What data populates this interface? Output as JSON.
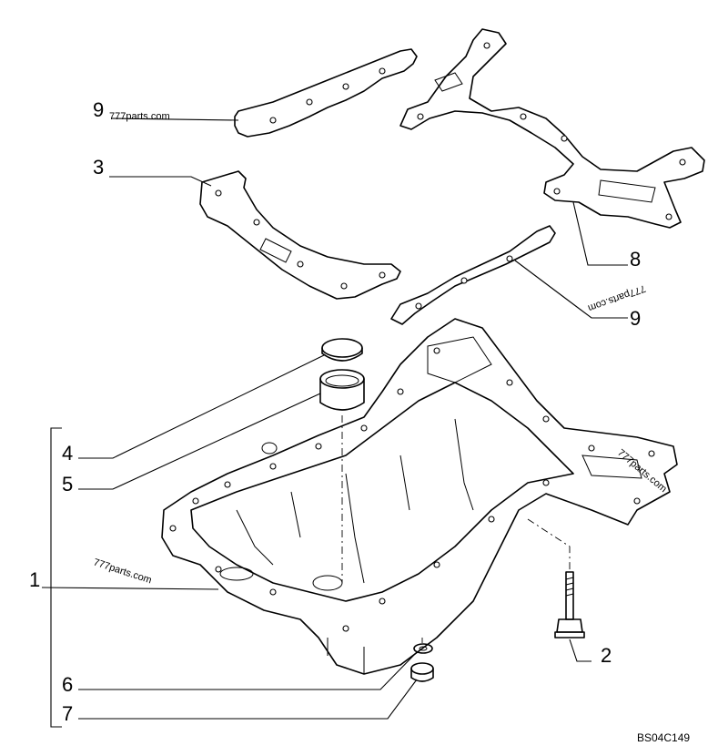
{
  "diagram": {
    "callouts": [
      {
        "id": "c9a",
        "label": "9"
      },
      {
        "id": "c3",
        "label": "3"
      },
      {
        "id": "c8",
        "label": "8"
      },
      {
        "id": "c9b",
        "label": "9"
      },
      {
        "id": "c4",
        "label": "4"
      },
      {
        "id": "c5",
        "label": "5"
      },
      {
        "id": "c1",
        "label": "1"
      },
      {
        "id": "c2",
        "label": "2"
      },
      {
        "id": "c6",
        "label": "6"
      },
      {
        "id": "c7",
        "label": "7"
      }
    ],
    "watermarks": [
      "777parts.com",
      "777parts.com",
      "777parts.com",
      "777parts.com"
    ],
    "drawing_code": "BS04C149"
  }
}
